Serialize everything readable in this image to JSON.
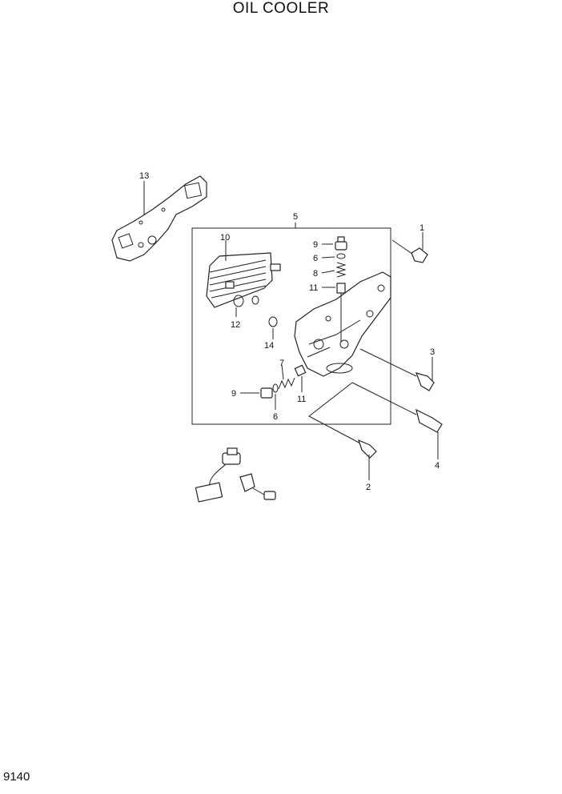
{
  "title": "OIL COOLER",
  "page_number": "9140",
  "callouts": [
    {
      "id": "c1",
      "text": "1"
    },
    {
      "id": "c2",
      "text": "2"
    },
    {
      "id": "c3",
      "text": "3"
    },
    {
      "id": "c4",
      "text": "4"
    },
    {
      "id": "c5",
      "text": "5"
    },
    {
      "id": "c6a",
      "text": "6"
    },
    {
      "id": "c6b",
      "text": "6"
    },
    {
      "id": "c7",
      "text": "7"
    },
    {
      "id": "c8",
      "text": "8"
    },
    {
      "id": "c9a",
      "text": "9"
    },
    {
      "id": "c9b",
      "text": "9"
    },
    {
      "id": "c10",
      "text": "10"
    },
    {
      "id": "c11a",
      "text": "11"
    },
    {
      "id": "c11b",
      "text": "11"
    },
    {
      "id": "c12",
      "text": "12"
    },
    {
      "id": "c13",
      "text": "13"
    },
    {
      "id": "c14",
      "text": "14"
    }
  ]
}
